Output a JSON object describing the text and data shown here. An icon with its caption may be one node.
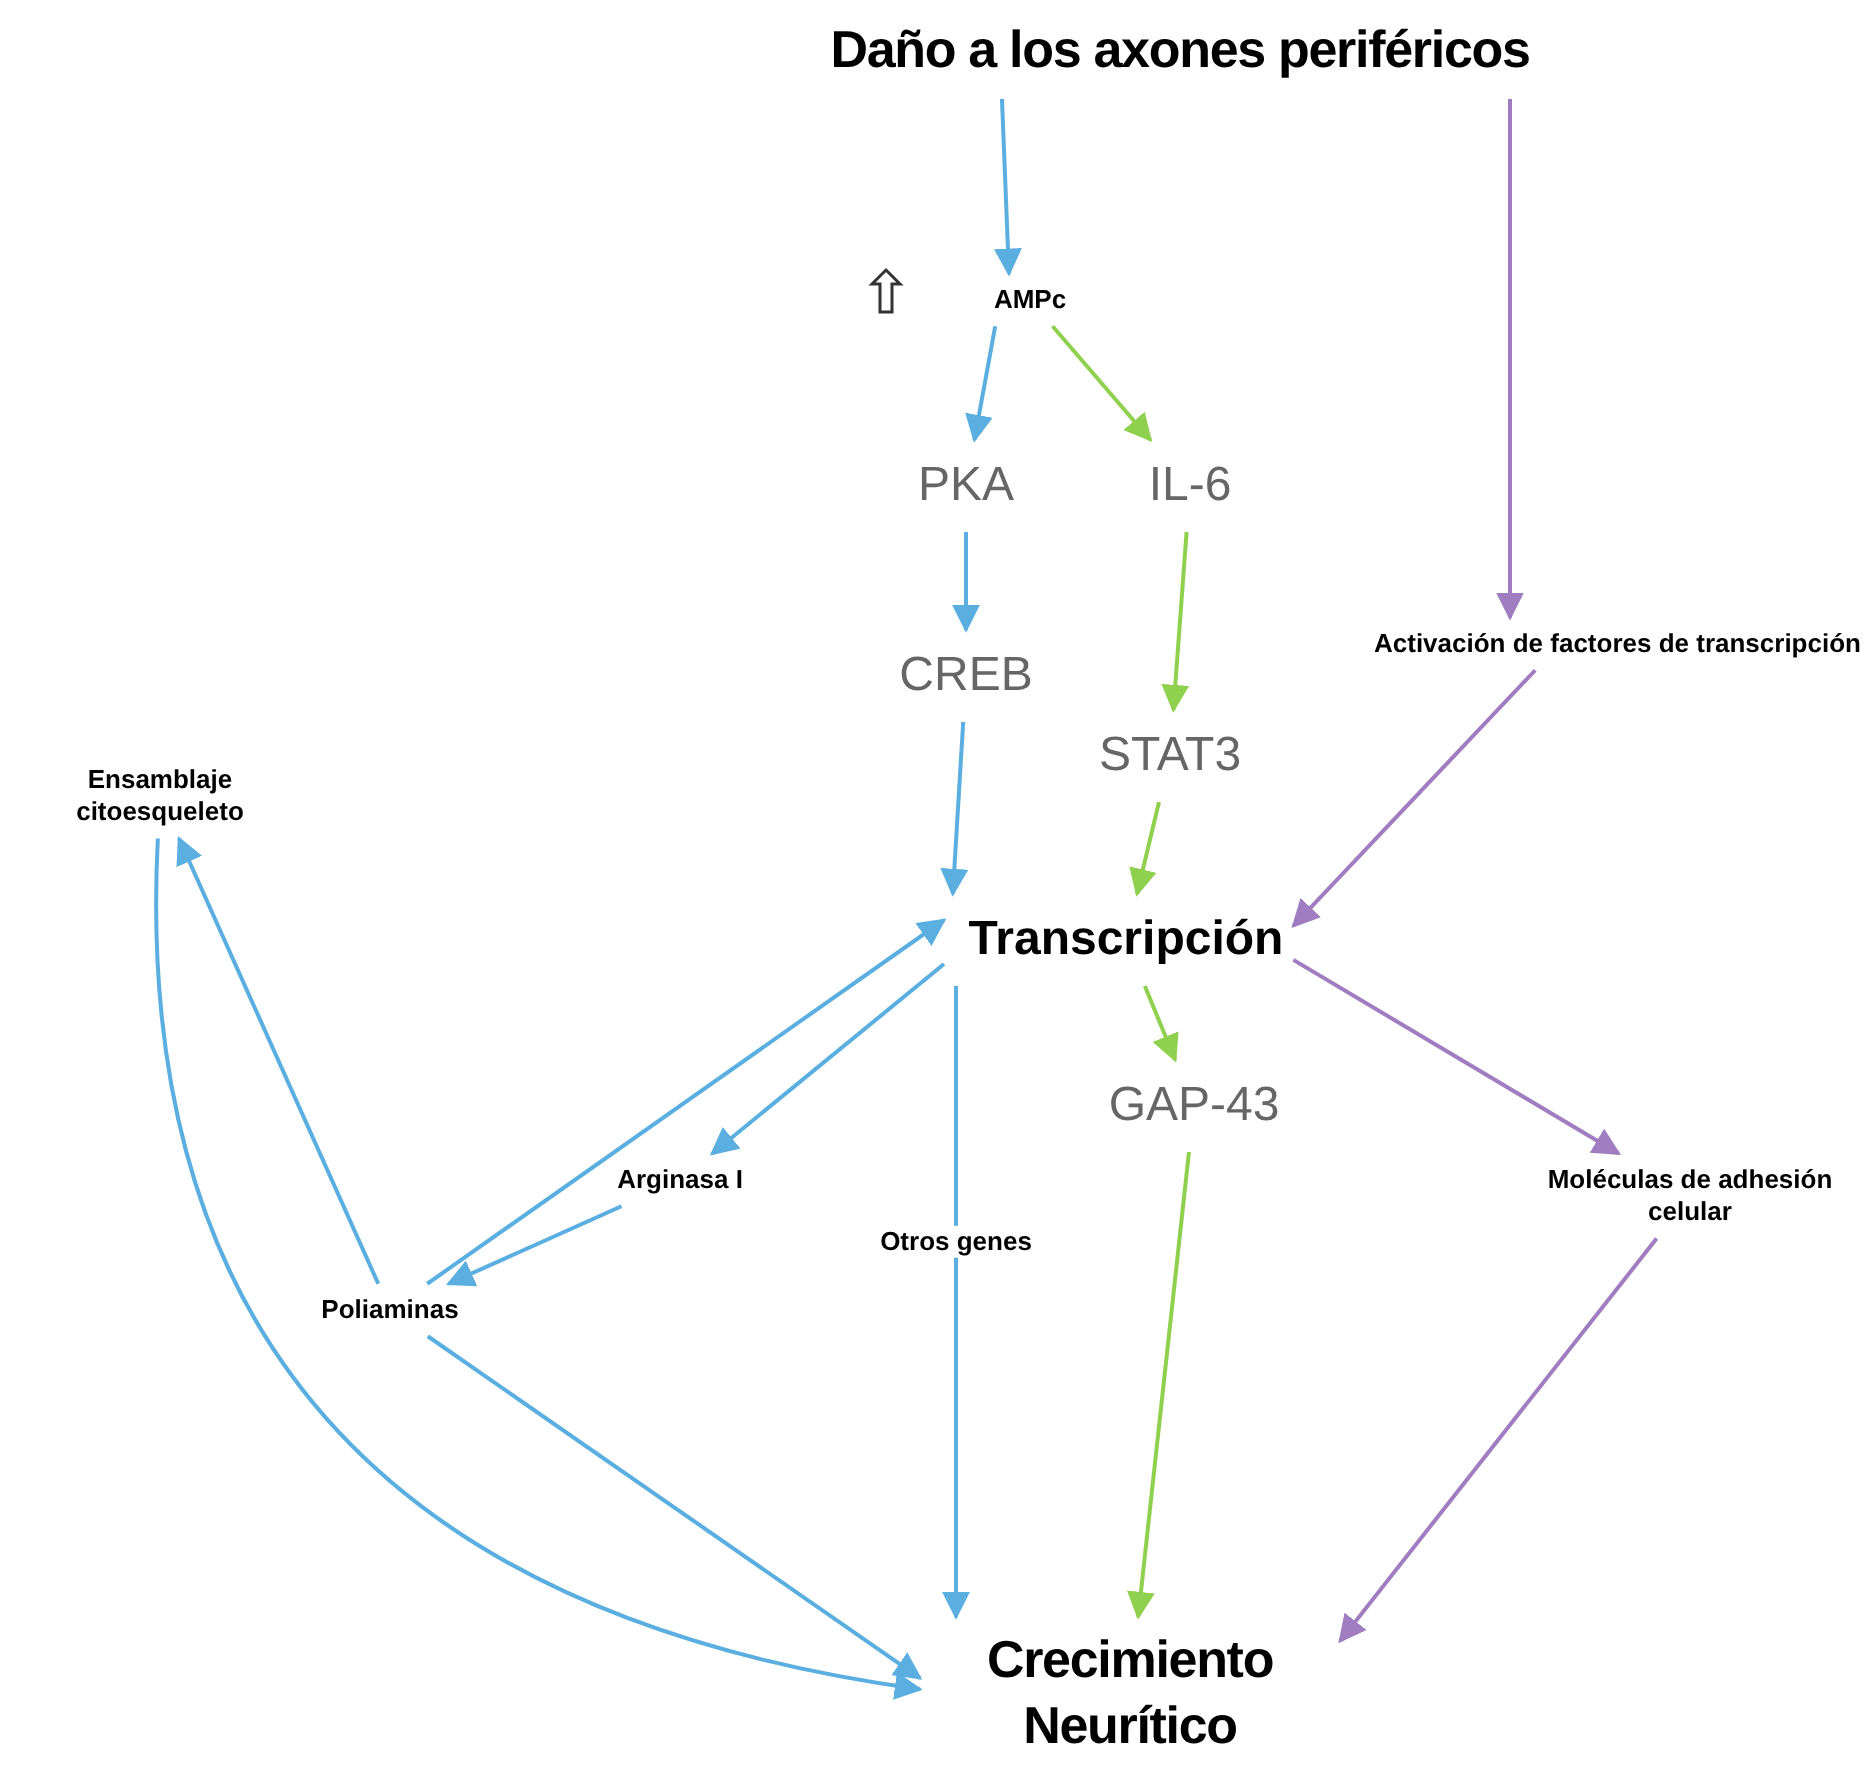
{
  "diagram": {
    "nodes": [
      {
        "text": [
          "Daño a los axones periféricos"
        ]
      },
      {
        "text": [
          "AMPc"
        ]
      },
      {
        "text": [
          "PKA"
        ]
      },
      {
        "text": [
          "IL-6"
        ]
      },
      {
        "text": [
          "CREB"
        ]
      },
      {
        "text": [
          "STAT3"
        ]
      },
      {
        "text": [
          "Activación de factores de transcripción"
        ]
      },
      {
        "text": [
          "Transcripción"
        ]
      },
      {
        "text": [
          "Ensamblaje citoesqueleto"
        ]
      },
      {
        "text": [
          "Arginasa I"
        ]
      },
      {
        "text": [
          "GAP-43"
        ]
      },
      {
        "text": [
          "Moléculas de adhesión celular"
        ]
      },
      {
        "text": [
          "Poliaminas"
        ]
      },
      {
        "text": [
          "Crecimiento Neurítico"
        ]
      }
    ],
    "edges": [
      {
        "from": 0,
        "to": 1,
        "arrow": "to"
      },
      {
        "from": 0,
        "to": 6,
        "arrow": "to",
        "color": "#a07cc0"
      },
      {
        "from": 1,
        "to": 2,
        "arrow": "to"
      },
      {
        "from": 1,
        "to": 3,
        "arrow": "to",
        "color": "#8fd14f"
      },
      {
        "from": 2,
        "to": 4,
        "arrow": "to"
      },
      {
        "from": 3,
        "to": 5,
        "arrow": "to",
        "color": "#8fd14f"
      },
      {
        "from": 4,
        "to": 7,
        "arrow": "to"
      },
      {
        "from": 5,
        "to": 7,
        "arrow": "to",
        "color": "#8fd14f"
      },
      {
        "from": 6,
        "to": 7,
        "arrow": "to",
        "color": "#a07cc0"
      },
      {
        "from": 7,
        "to": 9,
        "arrow": "to"
      },
      {
        "from": 9,
        "to": 12,
        "arrow": "to"
      },
      {
        "from": 12,
        "to": 7,
        "arrow": "to"
      },
      {
        "from": 12,
        "to": 8,
        "arrow": "to"
      },
      {
        "from": 8,
        "to": 13,
        "arrow": "to"
      },
      {
        "from": 12,
        "to": 13,
        "arrow": "to"
      },
      {
        "from": 7,
        "to": 13,
        "arrow": "to",
        "label": "Otros genes"
      },
      {
        "from": 7,
        "to": 10,
        "arrow": "to",
        "color": "#8fd14f"
      },
      {
        "from": 10,
        "to": 13,
        "arrow": "to",
        "color": "#8fd14f"
      },
      {
        "from": 7,
        "to": 11,
        "arrow": "to",
        "color": "#a07cc0"
      },
      {
        "from": 11,
        "to": 13,
        "arrow": "to",
        "color": "#a07cc0"
      }
    ]
  }
}
